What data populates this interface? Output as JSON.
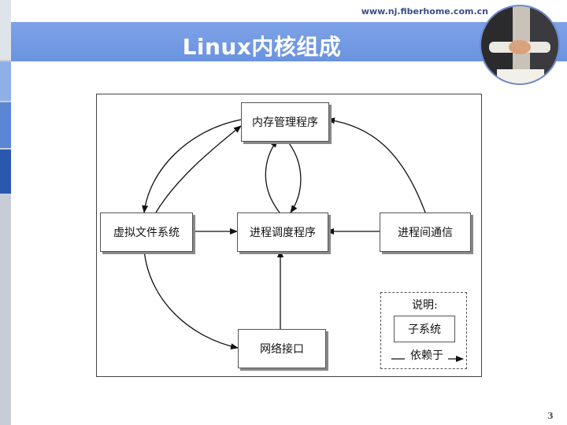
{
  "slide": {
    "title": "Linux内核组成",
    "site_url": "www.nj.fiberhome.com.cn",
    "page_number": "3"
  },
  "diagram": {
    "nodes": {
      "memory": "内存管理程序",
      "vfs": "虚拟文件系统",
      "scheduler": "进程调度程序",
      "ipc": "进程间通信",
      "network": "网络接口"
    },
    "legend": {
      "title": "说明:",
      "node_label": "子系统",
      "edge_label": "依赖于"
    }
  }
}
